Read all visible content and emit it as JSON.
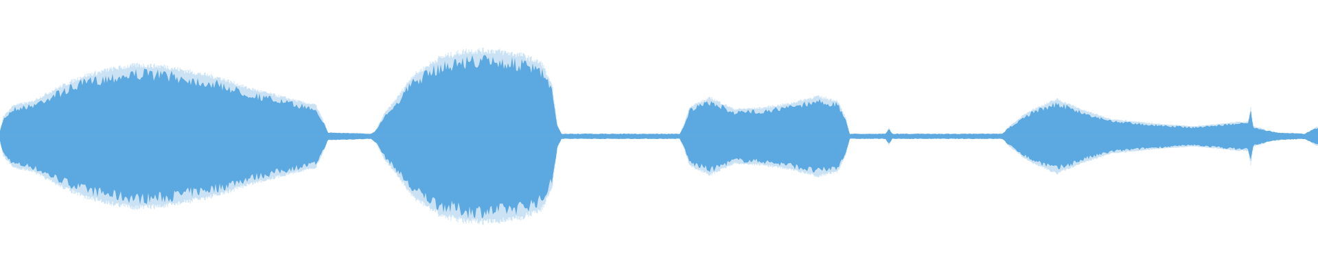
{
  "waveform": {
    "color": "#5DA9E0",
    "background": "#FFFFFF",
    "envelope": [
      [
        0,
        0.04
      ],
      [
        5,
        0.14
      ],
      [
        20,
        0.22
      ],
      [
        45,
        0.24
      ],
      [
        80,
        0.33
      ],
      [
        120,
        0.42
      ],
      [
        160,
        0.47
      ],
      [
        200,
        0.5
      ],
      [
        240,
        0.49
      ],
      [
        280,
        0.45
      ],
      [
        320,
        0.41
      ],
      [
        360,
        0.34
      ],
      [
        400,
        0.29
      ],
      [
        440,
        0.24
      ],
      [
        460,
        0.22
      ],
      [
        470,
        0.12
      ],
      [
        478,
        0.03
      ],
      [
        540,
        0.02
      ],
      [
        548,
        0.05
      ],
      [
        560,
        0.16
      ],
      [
        580,
        0.28
      ],
      [
        600,
        0.42
      ],
      [
        640,
        0.55
      ],
      [
        680,
        0.6
      ],
      [
        720,
        0.6
      ],
      [
        760,
        0.57
      ],
      [
        790,
        0.51
      ],
      [
        805,
        0.34
      ],
      [
        812,
        0.08
      ],
      [
        818,
        0.02
      ],
      [
        990,
        0.02
      ],
      [
        996,
        0.08
      ],
      [
        1005,
        0.21
      ],
      [
        1035,
        0.27
      ],
      [
        1070,
        0.19
      ],
      [
        1110,
        0.2
      ],
      [
        1150,
        0.23
      ],
      [
        1190,
        0.28
      ],
      [
        1220,
        0.25
      ],
      [
        1232,
        0.13
      ],
      [
        1238,
        0.02
      ],
      [
        1290,
        0.02
      ],
      [
        1295,
        0.06
      ],
      [
        1300,
        0.02
      ],
      [
        1460,
        0.02
      ],
      [
        1470,
        0.07
      ],
      [
        1500,
        0.18
      ],
      [
        1540,
        0.26
      ],
      [
        1580,
        0.18
      ],
      [
        1620,
        0.12
      ],
      [
        1680,
        0.09
      ],
      [
        1740,
        0.07
      ],
      [
        1780,
        0.09
      ],
      [
        1800,
        0.1
      ],
      [
        1818,
        0.1
      ],
      [
        1822,
        0.2
      ],
      [
        1826,
        0.07
      ],
      [
        1860,
        0.03
      ],
      [
        1900,
        0.02
      ],
      [
        1920,
        0.07
      ]
    ]
  }
}
